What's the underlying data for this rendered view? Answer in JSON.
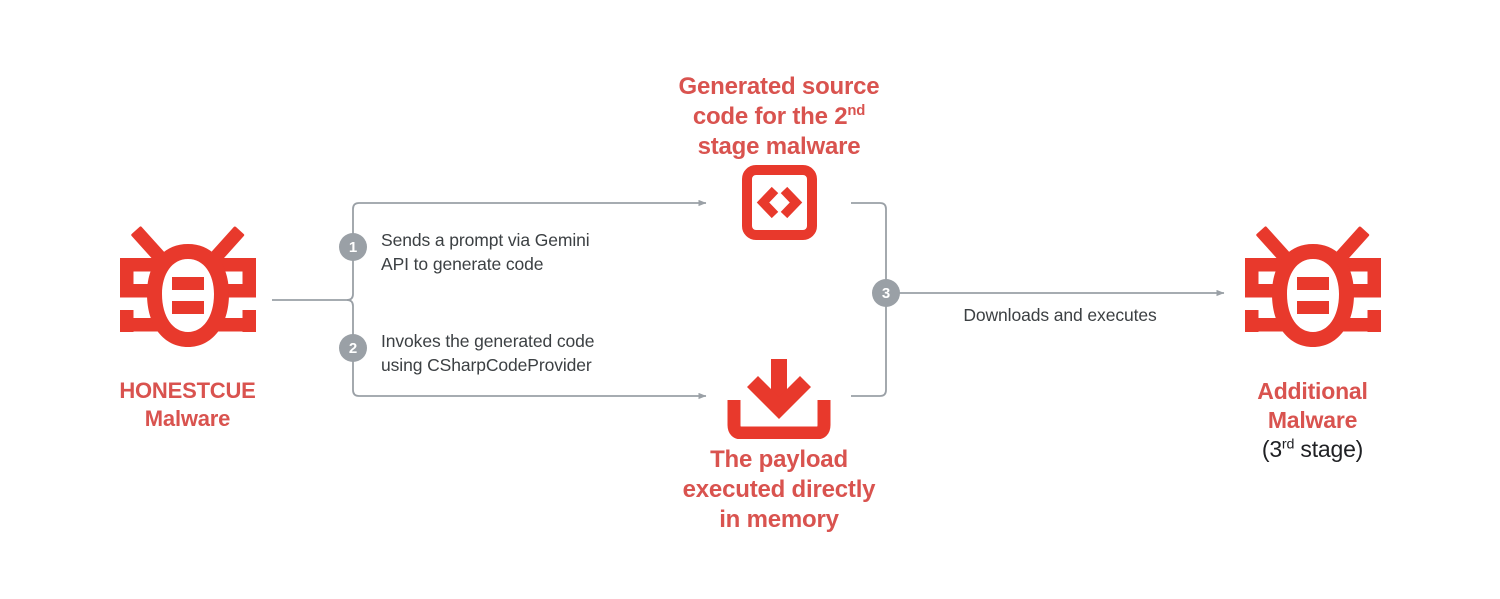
{
  "diagram": {
    "title": "HONESTCUE malware Gemini API code-generation execution flow",
    "background": "#ffffff",
    "colors": {
      "icon_red": "#e8392c",
      "label_red": "#d9534f",
      "text_dark": "#3c4043",
      "text_black": "#202124",
      "wire_gray": "#9aa0a6",
      "badge_gray": "#9aa0a6",
      "badge_text": "#ffffff"
    }
  },
  "nodes": {
    "source_malware": {
      "icon": "bug-icon",
      "label_line1": "HONESTCUE",
      "label_line2": "Malware",
      "label_color": "#d9534f"
    },
    "generated_code": {
      "icon": "code-brackets-icon",
      "caption_line1": "Generated source",
      "caption_line2_pre": "code for the 2",
      "caption_line2_sup": "nd",
      "caption_line3": "stage malware",
      "caption_color": "#d9534f"
    },
    "payload_memory": {
      "icon": "download-icon",
      "caption_line1": "The payload",
      "caption_line2": "executed directly",
      "caption_line3": "in memory",
      "caption_color": "#d9534f"
    },
    "additional_malware": {
      "icon": "bug-icon",
      "label_line1": "Additional",
      "label_line2": "Malware",
      "label_color": "#d9534f",
      "sub_pre": "(3",
      "sub_sup": "rd",
      "sub_post": " stage)",
      "sub_color": "#202124"
    }
  },
  "steps": [
    {
      "number": "1",
      "text": "Sends a prompt via Gemini\nAPI to generate code"
    },
    {
      "number": "2",
      "text": "Invokes the generated code\nusing CSharpCodeProvider"
    },
    {
      "number": "3",
      "text": "Downloads and executes"
    }
  ]
}
